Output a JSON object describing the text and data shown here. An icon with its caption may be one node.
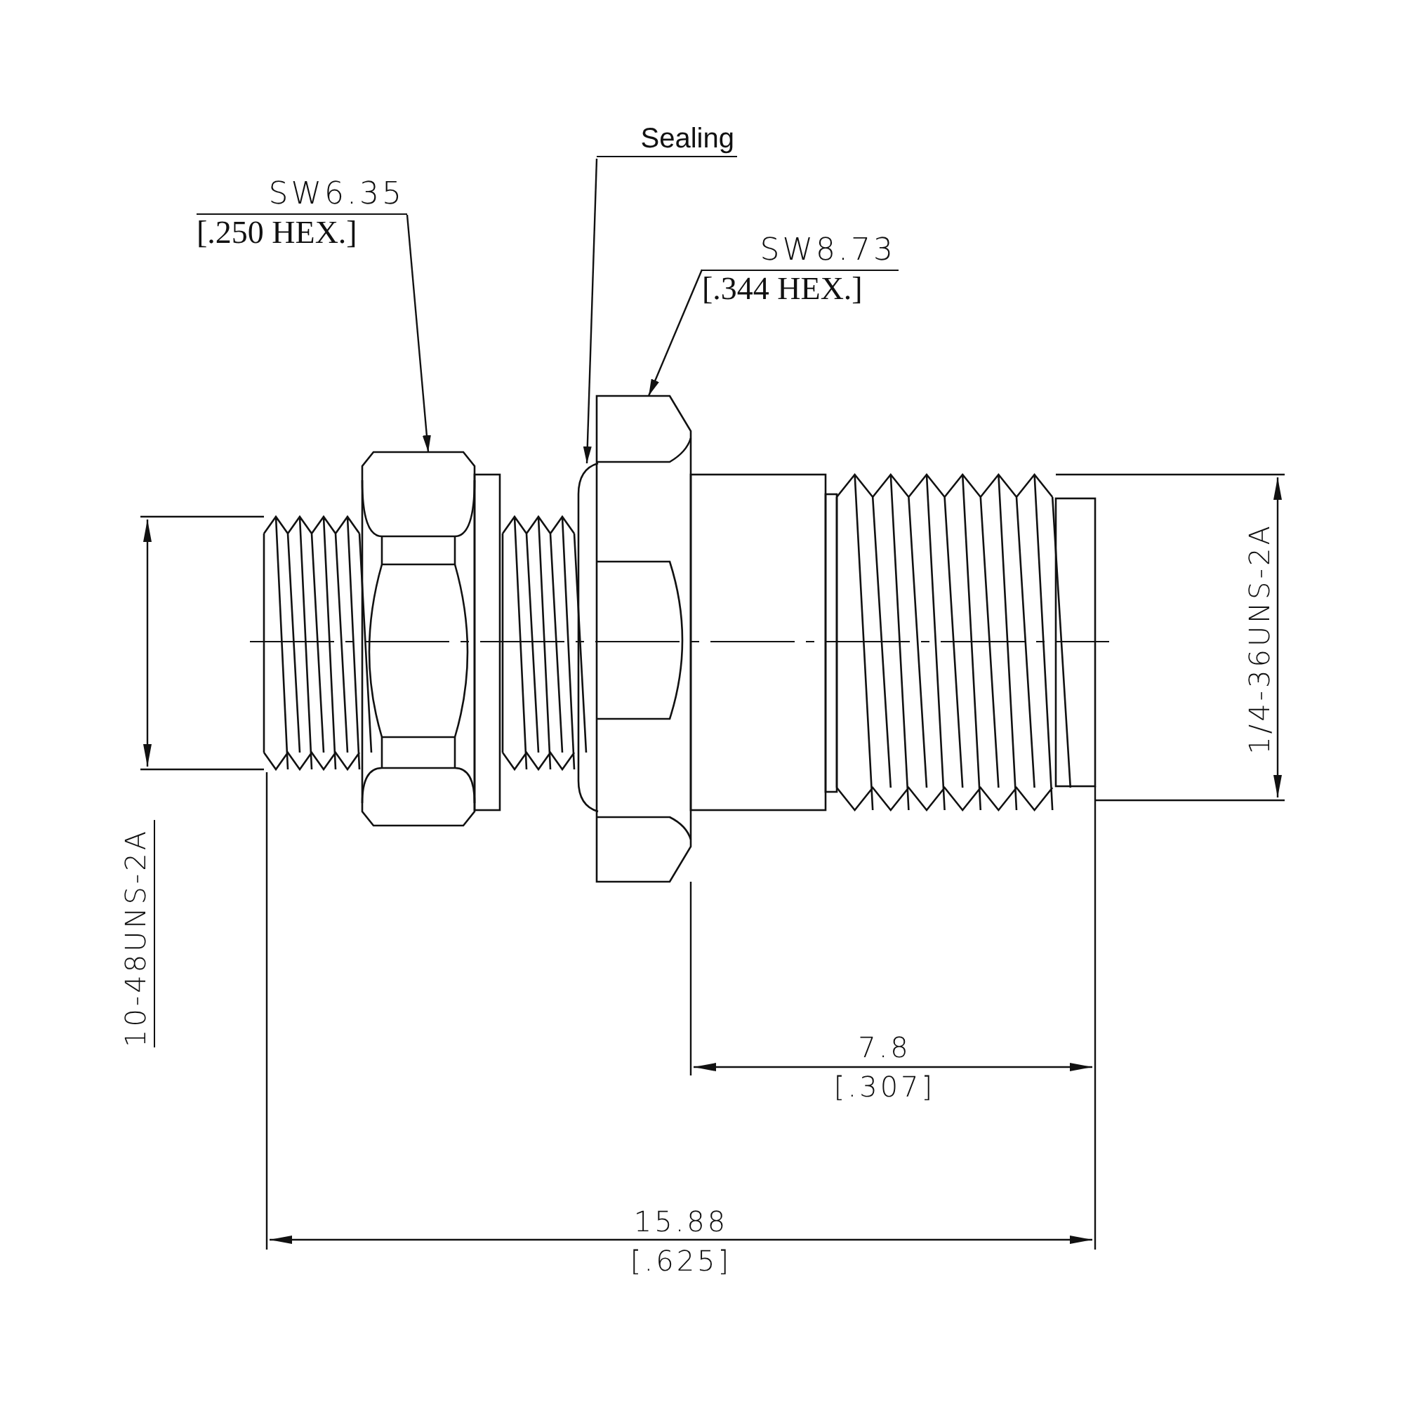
{
  "diagram": {
    "nodes": [
      {
        "text": [
          "SW6.35",
          "[.250 HEX.]"
        ]
      },
      {
        "text": [],
        "shape": "picture"
      },
      {
        "text": [
          "Sealing"
        ]
      },
      {
        "text": [],
        "shape": "picture"
      },
      {
        "text": [
          "SW8.73",
          "[.344 HEX.]"
        ]
      },
      {
        "text": [],
        "shape": "picture"
      }
    ],
    "edges": [
      {
        "from": 0,
        "to": 1,
        "arrow": "to"
      },
      {
        "from": 2,
        "to": 3,
        "arrow": "to"
      },
      {
        "from": 4,
        "to": 5,
        "arrow": "to"
      }
    ],
    "labels": [
      "1/4-36UNS-2A",
      "10-48UNS-2A",
      "7.8",
      "[.307]",
      "15.88",
      "[.625]"
    ]
  }
}
